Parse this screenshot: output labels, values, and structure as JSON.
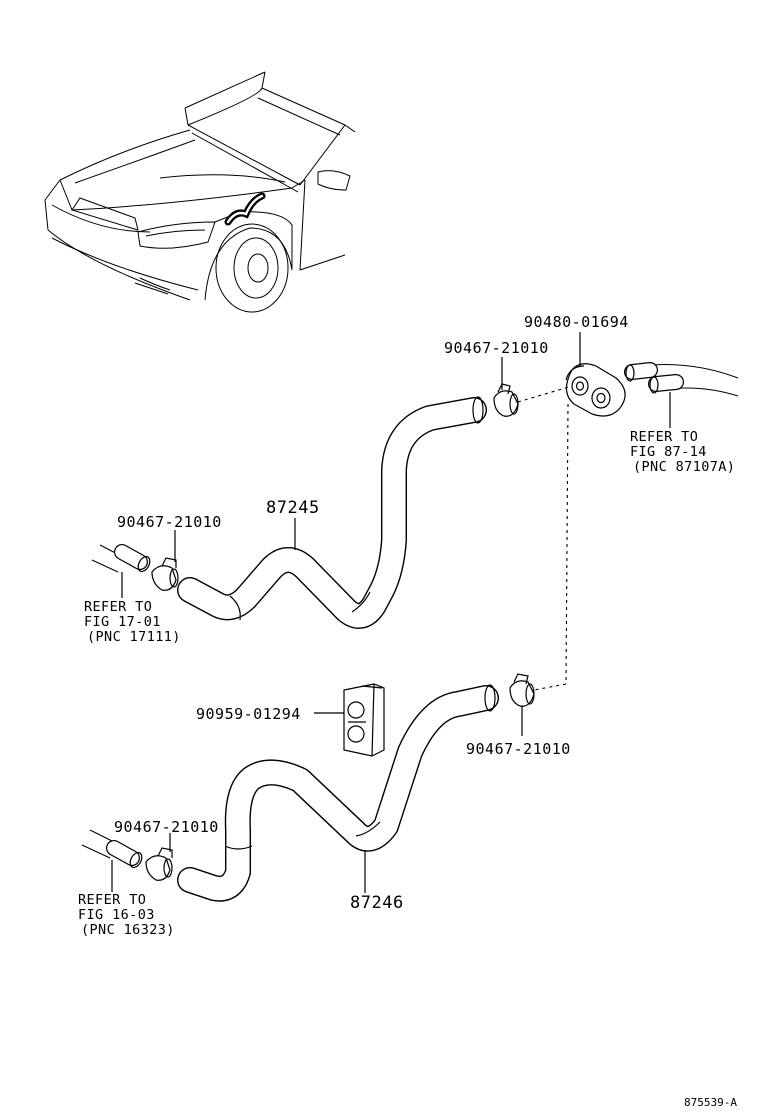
{
  "callouts": {
    "grommet": "90480-01694",
    "clamp_top_right": "90467-21010",
    "clamp_upper_left": "90467-21010",
    "hose_upper": "87245",
    "clamp_mid_right": "90467-21010",
    "clip": "90959-01294",
    "clamp_lower_left": "90467-21010",
    "hose_lower": "87246",
    "drawing_no": "875539-A"
  },
  "refs": {
    "upper_right": {
      "line1": "REFER TO",
      "line2": "FIG 87-14",
      "line3": "(PNC 87107A)"
    },
    "upper_left": {
      "line1": "REFER TO",
      "line2": "FIG 17-01",
      "line3": "(PNC 17111)"
    },
    "lower_left": {
      "line1": "REFER TO",
      "line2": "FIG 16-03",
      "line3": "(PNC 16323)"
    }
  }
}
